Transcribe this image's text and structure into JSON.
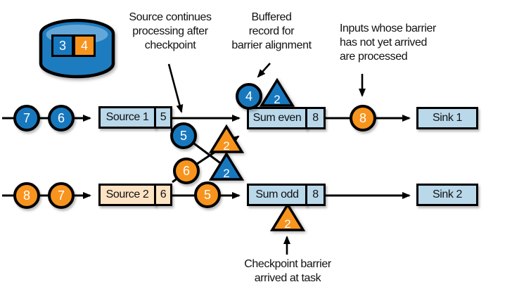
{
  "colors": {
    "record_blue": "#1878be",
    "record_orange": "#f7941e",
    "task_box_fill": "#b9d8ea",
    "source2_box_fill": "#fde3c3",
    "cylinder_fill": "#1d7cbf",
    "cylinder_highlight": "#63a7d8",
    "outline": "#000000"
  },
  "state_store": {
    "snapshot_values": [
      "3",
      "4"
    ]
  },
  "annotations": {
    "source_continues": "Source continues\nprocessing after\ncheckpoint",
    "buffered_record": "Buffered\nrecord for\nbarrier alignment",
    "inputs_processed": "Inputs whose barrier\nhas not yet arrived\nare processed",
    "barrier_arrived": "Checkpoint barrier\narrived at task"
  },
  "labels": {
    "source1": "Source 1",
    "source2": "Source 2",
    "sum_even": "Sum even",
    "sum_odd": "Sum odd",
    "sink1": "Sink 1",
    "sink2": "Sink 2"
  },
  "records": {
    "stream1_incoming": [
      "7",
      "6"
    ],
    "stream2_incoming": [
      "8",
      "7"
    ],
    "source1_buffer": "5",
    "source2_buffer": "6",
    "s1_to_odd": "5",
    "s2_to_even": "6",
    "s2_inflight": "5",
    "buffered_at_even": "4",
    "even_output": "8",
    "sum_even_buffer": "8",
    "sum_odd_buffer": "8"
  },
  "barriers": {
    "arrived_at_even": "2",
    "inflight_to_even": "2",
    "inflight_to_odd": "2",
    "arrived_at_odd": "2"
  }
}
